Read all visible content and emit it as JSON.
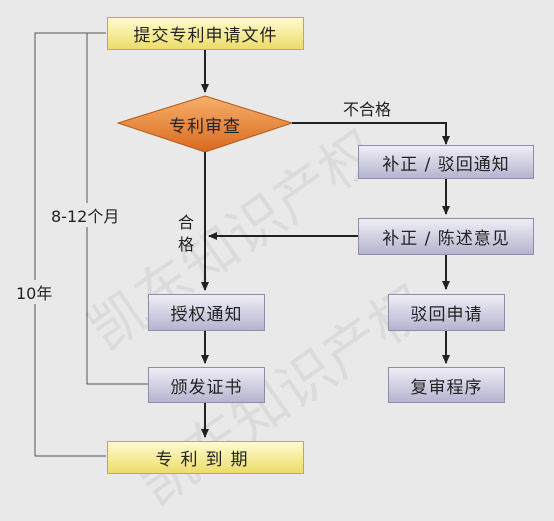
{
  "nodes": {
    "submit": "提交专利申请文件",
    "review": "专利审查",
    "correct_reject": "补正 / 驳回通知",
    "correct_state": "补正 / 陈述意见",
    "grant_notice": "授权通知",
    "reject_app": "驳回申请",
    "issue_cert": "颁发证书",
    "reexam": "复审程序",
    "expire": "专利到期"
  },
  "labels": {
    "fail": "不合格",
    "pass_1": "合",
    "pass_2": "格",
    "duration_short": "8-12个月",
    "duration_long": "10年"
  },
  "watermark": "凯东知识产权",
  "colors": {
    "diamond": "#e8852f",
    "yellow_box": "#f3e98d",
    "purple_box": "#c4c3da",
    "line": "#222222"
  }
}
